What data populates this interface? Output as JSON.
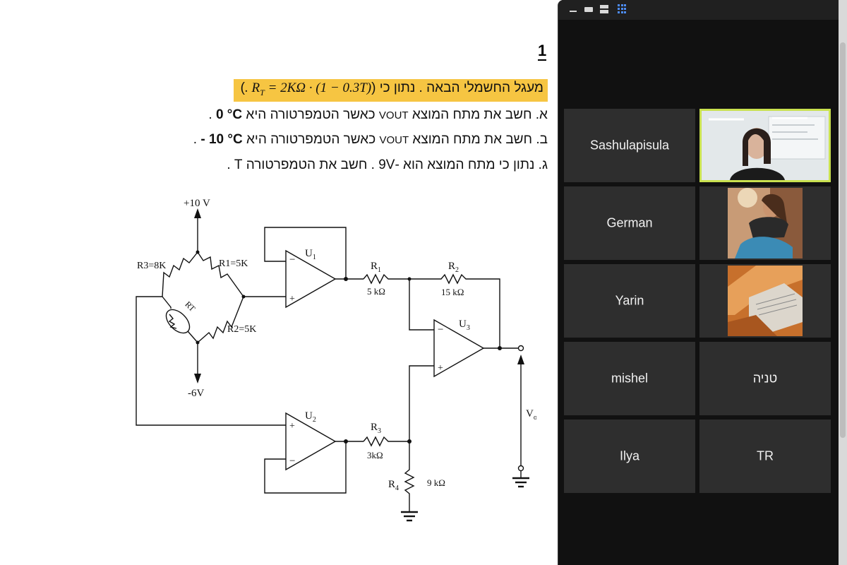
{
  "document": {
    "question_number": "1",
    "lines": {
      "l0_text": "מעגל החשמלי הבאה . נתון כי",
      "l0_formula": ". R",
      "l0_formula_sub": "T",
      "l0_formula_rest": " = 2KΩ · (1 − 0.3T)",
      "l1_marker": "א.",
      "l1_text": "חשב את מתח המוצא",
      "l1_vout": "VOUT",
      "l1_text2": "כאשר הטמפרטורה היא",
      "l1_temp": "0 °C",
      "l1_end": ".",
      "l2_marker": "ב.",
      "l2_text": "חשב את מתח המוצא",
      "l2_vout": "VOUT",
      "l2_text2": "כאשר הטמפרטורה היא",
      "l2_temp": "- 10 °C",
      "l2_end": ".",
      "l3_marker": "ג.",
      "l3_text": "נתון כי מתח המוצא הוא -9V . חשב את הטמפרטורה T ."
    },
    "circuit": {
      "vplus": "+10 V",
      "vminus": "-6V",
      "r3": "R3=8K",
      "r1": "R1=5K",
      "r2": "R2=5K",
      "rt": "RT",
      "u1": "U",
      "u1_sub": "1",
      "u2": "U",
      "u2_sub": "2",
      "u3": "U",
      "u3_sub": "3",
      "R1_name": "R",
      "R1_sub": "1",
      "R1_val": "5 kΩ",
      "R2_name": "R",
      "R2_sub": "2",
      "R2_val": "15 kΩ",
      "R3_name": "R",
      "R3_sub": "3",
      "R3_val": "3kΩ",
      "R4_name": "R",
      "R4_sub": "4",
      "R4_val": "9 kΩ",
      "vo": "V",
      "vo_sub": "o",
      "plus": "+",
      "minus": "−"
    }
  },
  "zoom": {
    "participants": [
      {
        "name": "Sashulapisula"
      },
      {
        "name": "German"
      },
      {
        "name": "Yarin"
      },
      {
        "name": "mishel"
      },
      {
        "name": "טניה"
      },
      {
        "name": "Ilya"
      },
      {
        "name": "TR"
      }
    ],
    "colors": {
      "panel_bg": "#111111",
      "tile_bg": "#2e2e2e",
      "active_speaker_border": "#c9e14f",
      "grid_icon": "#4d8cf5",
      "highlight": "#f6c542"
    }
  }
}
